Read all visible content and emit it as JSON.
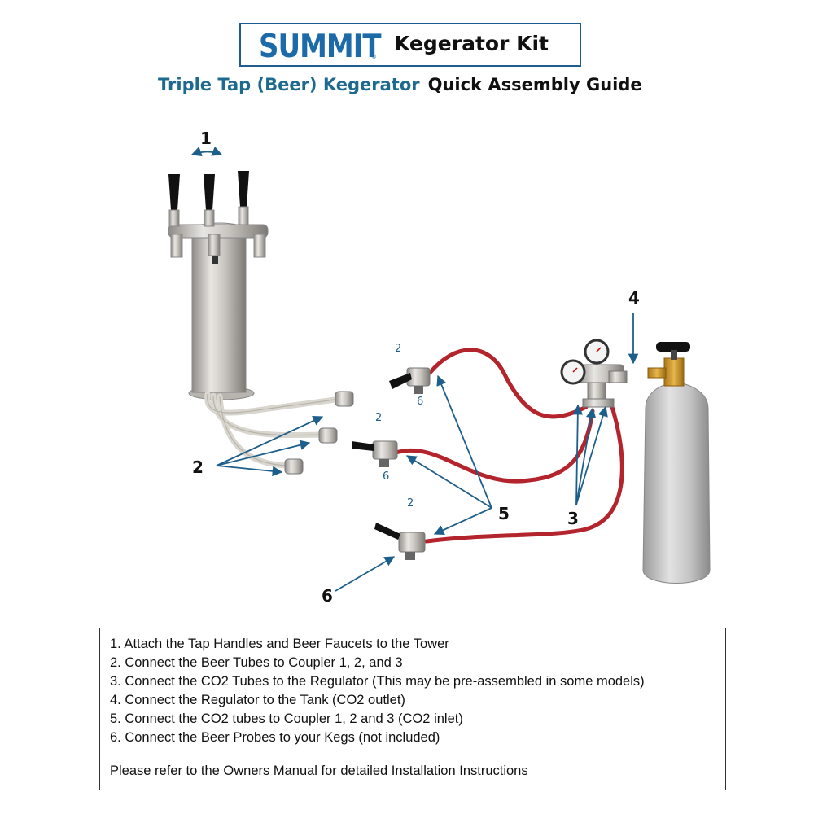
{
  "header": {
    "logo_text": "SUMMIT",
    "logo_reg": "®",
    "kit_title": "Kegerator Kit"
  },
  "subtitle": {
    "blue_part": "Triple Tap (Beer) Kegerator",
    "dark_part": "Quick Assembly Guide"
  },
  "callouts": {
    "c1": "1",
    "c2": "2",
    "c3": "3",
    "c4": "4",
    "c5": "5",
    "c6": "6",
    "coupler_top_a": "2",
    "coupler_top_b": "6",
    "coupler_mid_a": "2",
    "coupler_mid_b": "6",
    "coupler_bottom_a": "2"
  },
  "colors": {
    "accent_blue": "#1d6aa8",
    "arrow_blue": "#1d5f8a",
    "hose_red": "#b3242d"
  },
  "instructions": {
    "steps": [
      "1. Attach the Tap Handles and Beer Faucets to the Tower",
      "2.  Connect the Beer Tubes to Coupler 1, 2, and 3",
      "3. Connect the CO2 Tubes to the Regulator (This may be pre-assembled in some models)",
      "4. Connect the Regulator to the Tank (CO2 outlet)",
      "5. Connect the CO2  tubes to Coupler 1, 2 and 3 (CO2 inlet)",
      "6. Connect the Beer Probes to your Kegs (not included)"
    ],
    "note": "Please refer to the Owners Manual for detailed Installation Instructions"
  }
}
